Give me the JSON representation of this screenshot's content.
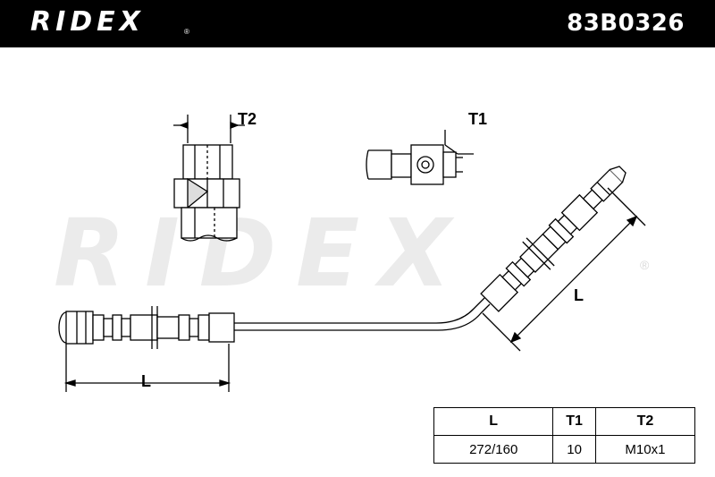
{
  "header": {
    "brand": "RIDEX",
    "brand_mark": "®",
    "part_number": "83B0326"
  },
  "watermark": {
    "text": "RIDEX",
    "mark": "®"
  },
  "diagram": {
    "labels": {
      "t2": "T2",
      "t1": "T1",
      "l_left": "L",
      "l_right": "L"
    }
  },
  "spec_table": {
    "headers": [
      "L",
      "T1",
      "T2"
    ],
    "values": [
      "272/160",
      "10",
      "M10x1"
    ]
  }
}
